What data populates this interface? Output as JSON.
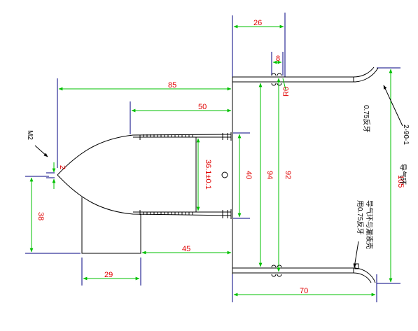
{
  "colors": {
    "dimension_line": "#00c000",
    "dimension_text": "#e00000",
    "object_line": "#000000",
    "extension_line": "#000080",
    "background": "#ffffff"
  },
  "dimensions": {
    "d26": "26",
    "d8": "8",
    "d85": "85",
    "dR0": "R0",
    "d50": "50",
    "d2": "2",
    "d36": "36.1±0.1",
    "d40": "40",
    "d94": "94",
    "d92": "92",
    "d105": "105",
    "d38": "38",
    "d45": "45",
    "d29": "29",
    "d70": "70"
  },
  "labels": {
    "m2": "M2",
    "thread_top": "0.75反牙",
    "ring_code": "2-90-1",
    "guide_ring": "导气环",
    "note_bottom_line1": "导气环与漏液壳",
    "note_bottom_line2": "用0.75反牙"
  }
}
